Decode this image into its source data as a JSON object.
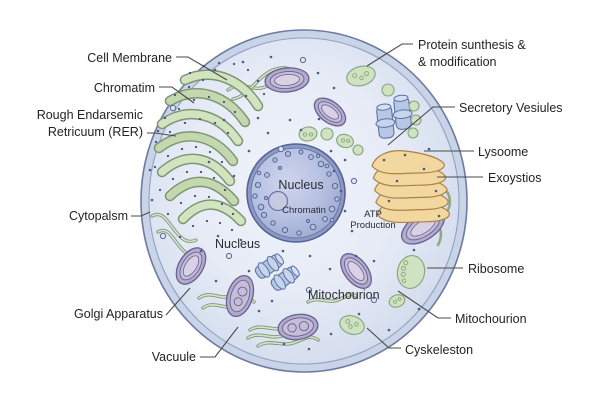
{
  "diagram": {
    "type": "labeled-cell-diagram",
    "labels": {
      "cell_membrane": "Cell Membrane",
      "chromatim": "Chromatim",
      "rer_line1": "Rough Endarsemic",
      "rer_line2": "Retricuum (RER)",
      "cytopalsm": "Cytopalsm",
      "nucleus_left": "Nucleus",
      "golgi_apparatus": "Golgi Apparatus",
      "vacuule": "Vacuule",
      "protein_line1": "Protein sunthesis &",
      "protein_line2": "& modification",
      "secretory_vesiules": "Secretory Vesiules",
      "lysoome": "Lysoome",
      "exoystios": "Exoystios",
      "ribosome": "Ribosome",
      "mitochourion_right": "Mitochourion",
      "cyskeleston": "Cyskeleston",
      "mitochourion_inner": "Mitochourion",
      "atp_line1": "ATP",
      "atp_line2": "Production",
      "nucleus_center": "Nucleus",
      "chromatin_center": "Chromatin"
    },
    "colors": {
      "cell_fill": "#e4eaf5",
      "membrane_band": "#c9d4e8",
      "membrane_stroke": "#6e7ba0",
      "nucleus_fill": "#b0bbdd",
      "er_green": "#d2e3c0",
      "golgi_yellow": "#f2d79f",
      "mito_purple": "#b3abce",
      "vesicle_green": "#cfe3c2",
      "centriole_blue": "#b7c8e6",
      "label_text": "#232323",
      "leader_line": "#4a4a4a"
    }
  }
}
